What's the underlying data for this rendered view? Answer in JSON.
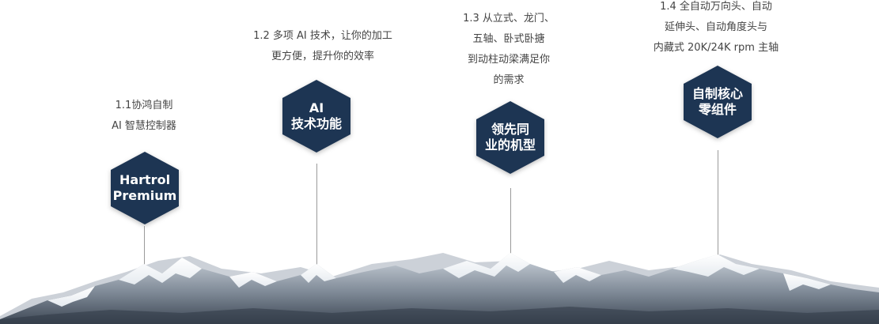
{
  "items": [
    {
      "caption": [
        "1.1协鸿自制",
        "AI 智慧控制器"
      ],
      "badge": [
        "Hartrol",
        "Premium"
      ]
    },
    {
      "caption": [
        "1.2 多项 AI 技术，让你的加工",
        "更方便，提升你的效率"
      ],
      "badge": [
        "AI",
        "技术功能"
      ]
    },
    {
      "caption": [
        "1.3 从立式、龙门、",
        "五轴、卧式卧搪",
        "到动柱动梁满足你",
        "的需求"
      ],
      "badge": [
        "领先同",
        "业的机型"
      ]
    },
    {
      "caption": [
        "1.4 全自动万向头、自动",
        "延伸头、自动角度头与",
        "内藏式 20K/24K rpm 主轴"
      ],
      "badge": [
        "自制核心",
        "零组件"
      ]
    }
  ],
  "colors": {
    "badge": "#1d3553",
    "text": "#444444",
    "line": "#9a9a9a"
  }
}
